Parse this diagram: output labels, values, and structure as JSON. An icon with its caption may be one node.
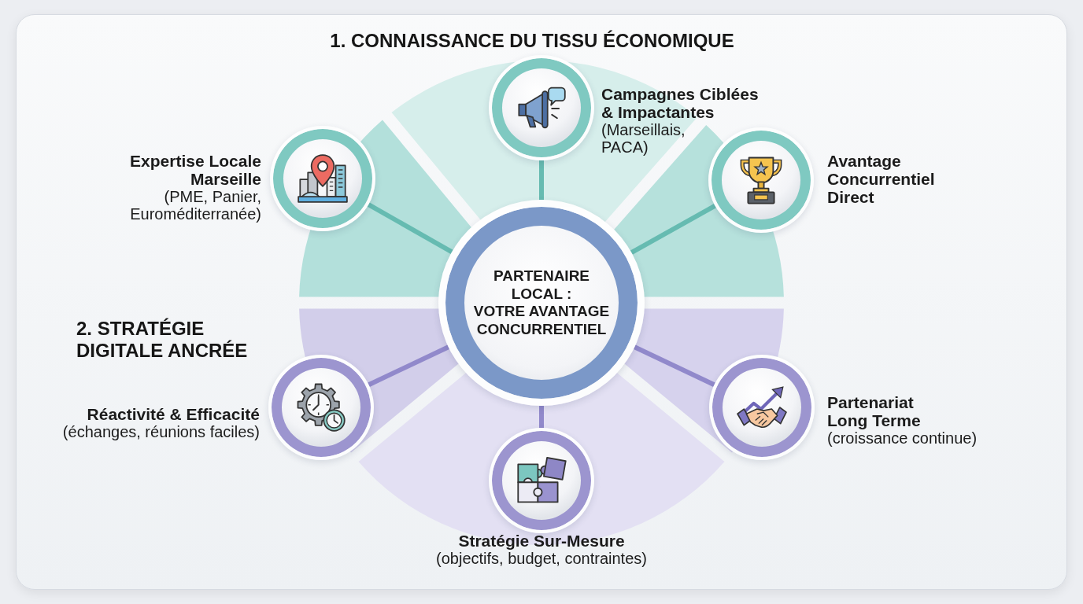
{
  "diagram": {
    "nodes": [
      {
        "text": [
          "Campagnes Ciblées & Impactantes",
          "(Marseillais, PACA)"
        ]
      },
      {
        "text": [
          "Expertise Locale Marseille",
          "(PME, Panier, Euroméditerranée)"
        ]
      },
      {
        "text": [
          "Avantage Concurrentiel Direct"
        ]
      },
      {
        "text": [
          "PARTENAIRE LOCAL :",
          "VOTRE AVANTAGE CONCURRENTIEL"
        ]
      },
      {
        "text": [
          "Réactivité & Efficacité",
          "(échanges, réunions faciles)"
        ]
      },
      {
        "text": [
          "Partenariat Long Terme",
          "(croissance continue)"
        ]
      },
      {
        "text": [
          "Stratégie Sur-Mesure",
          "(objectifs, budget, contraintes)"
        ]
      }
    ],
    "edges": [
      {
        "from": 3,
        "to": 0,
        "arrow": "none",
        "color": "#66bbb1"
      },
      {
        "from": 3,
        "to": 1,
        "arrow": "none",
        "color": "#66bbb1"
      },
      {
        "from": 3,
        "to": 2,
        "arrow": "none",
        "color": "#66bbb1"
      },
      {
        "from": 3,
        "to": 4,
        "arrow": "none",
        "color": "#9189cb"
      },
      {
        "from": 3,
        "to": 5,
        "arrow": "none",
        "color": "#9189cb"
      },
      {
        "from": 3,
        "to": 6,
        "arrow": "none",
        "color": "#9189cb"
      }
    ],
    "labels": [
      "1. CONNAISSANCE DU TISSU ÉCONOMIQUE",
      "2. STRATÉGIE DIGITALE ANCRÉE"
    ]
  }
}
